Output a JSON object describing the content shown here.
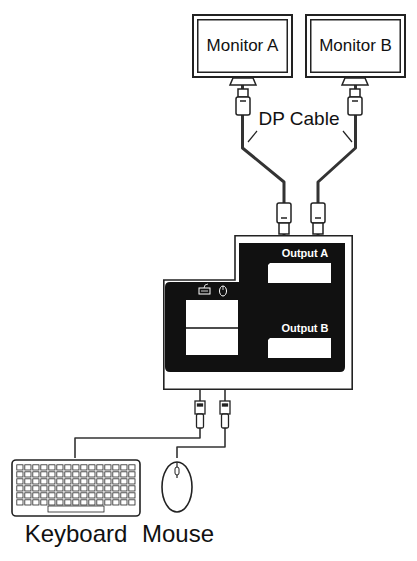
{
  "diagram": {
    "nodes": [
      {
        "text": [
          "Monitor A"
        ]
      },
      {
        "text": [
          "Monitor B"
        ]
      },
      {
        "text": [
          "Output A",
          "Output B"
        ]
      },
      {
        "text": [
          "Keyboard"
        ]
      },
      {
        "text": [
          "Mouse"
        ]
      }
    ],
    "edges": [
      {
        "from": 0,
        "to": 2,
        "arrow": "none"
      },
      {
        "from": 1,
        "to": 2,
        "arrow": "none"
      },
      {
        "from": 3,
        "to": 2,
        "arrow": "none"
      },
      {
        "from": 4,
        "to": 2,
        "arrow": "none"
      }
    ],
    "labels": [
      "DP Cable"
    ]
  }
}
